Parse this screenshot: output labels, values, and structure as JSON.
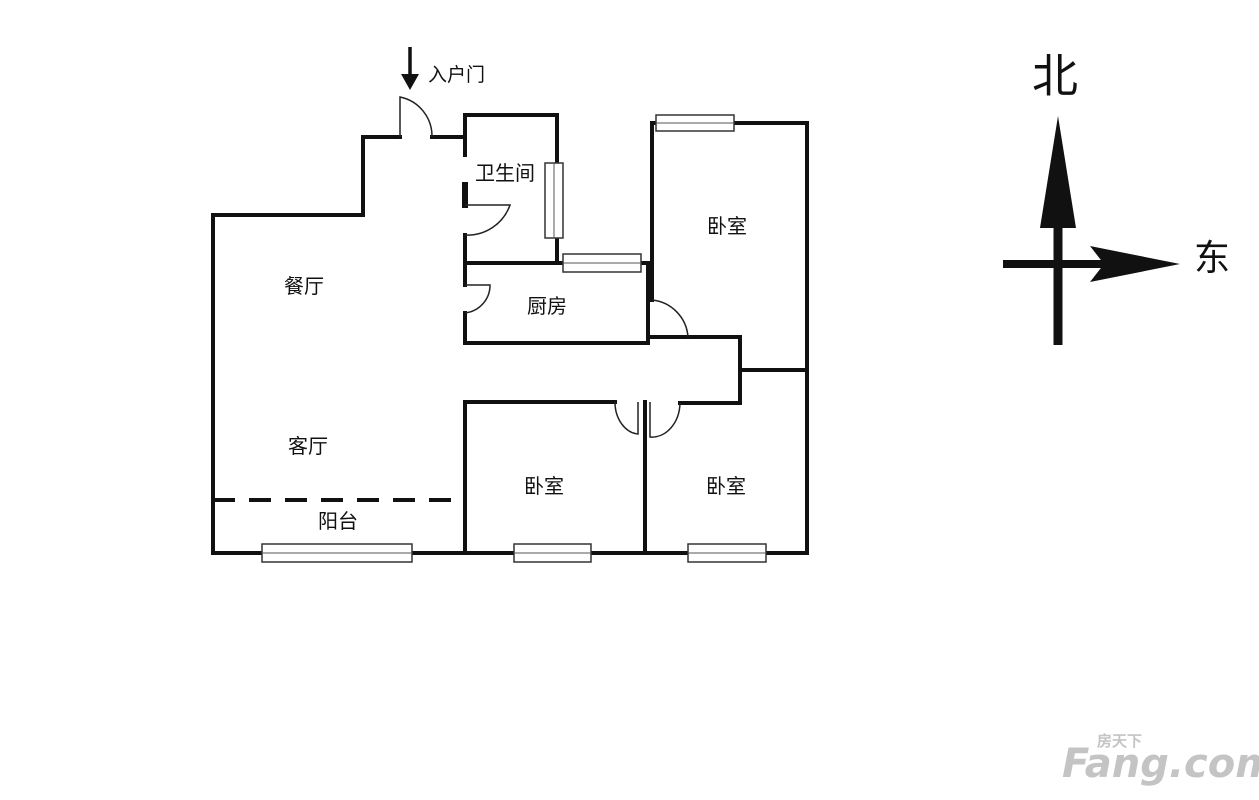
{
  "floorplan": {
    "entrance_label": "入户门",
    "rooms": {
      "bathroom": "卫生间",
      "bedroom_ne": "卧室",
      "dining": "餐厅",
      "kitchen": "厨房",
      "living": "客厅",
      "bedroom_s1": "卧室",
      "bedroom_s2": "卧室",
      "balcony": "阳台"
    }
  },
  "compass": {
    "north": "北",
    "east": "东"
  },
  "watermark": {
    "brand_cn": "房天下",
    "brand_en": "Fang.com"
  }
}
